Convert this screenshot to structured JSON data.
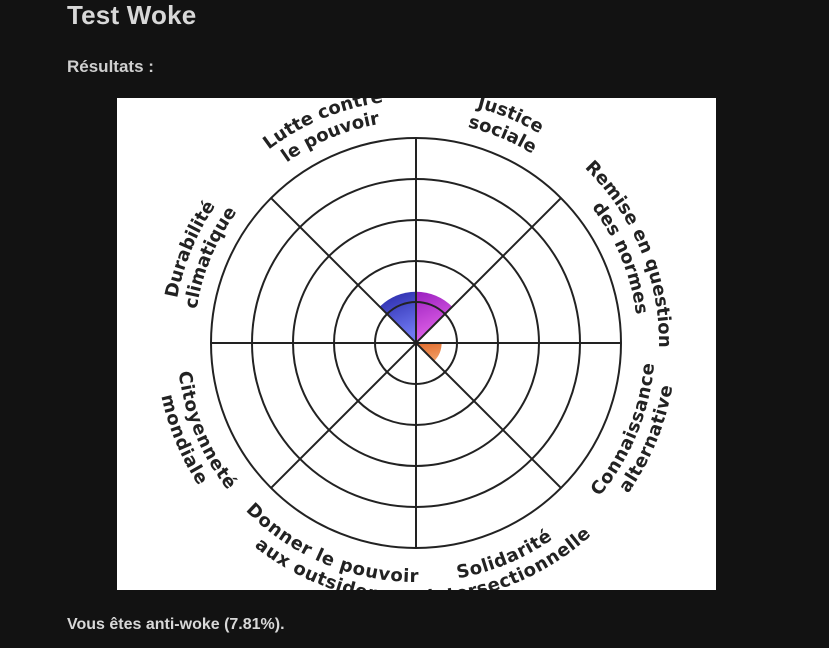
{
  "page": {
    "title": "Test Woke",
    "results_heading": "Résultats :",
    "result_text": "Vous êtes anti-woke (7.81%)."
  },
  "chart_data": {
    "type": "polar-area",
    "title": "",
    "rmax": 100,
    "rings": 5,
    "categories": [
      {
        "line1": "Lutte contre",
        "line2": "le pouvoir"
      },
      {
        "line1": "Justice",
        "line2": "sociale"
      },
      {
        "line1": "Remise en question",
        "line2": "des normes"
      },
      {
        "line1": "Connaissance",
        "line2": "alternative"
      },
      {
        "line1": "Solidarité",
        "line2": "intersectionnelle"
      },
      {
        "line1": "Donner le pouvoir",
        "line2": "aux outsiders"
      },
      {
        "line1": "Citoyenneté",
        "line2": "mondiale"
      },
      {
        "line1": "Durabilité",
        "line2": "climatique"
      }
    ],
    "values": [
      25,
      25,
      0,
      12.5,
      0,
      0,
      0,
      0
    ],
    "colors": [
      [
        "#2626a6",
        "#6f78f2"
      ],
      [
        "#9a1fbf",
        "#e466ea"
      ],
      [
        "#999999",
        "#cccccc"
      ],
      [
        "#e06a2c",
        "#f09a60"
      ],
      [
        "#999999",
        "#cccccc"
      ],
      [
        "#999999",
        "#cccccc"
      ],
      [
        "#999999",
        "#cccccc"
      ],
      [
        "#999999",
        "#cccccc"
      ]
    ]
  }
}
